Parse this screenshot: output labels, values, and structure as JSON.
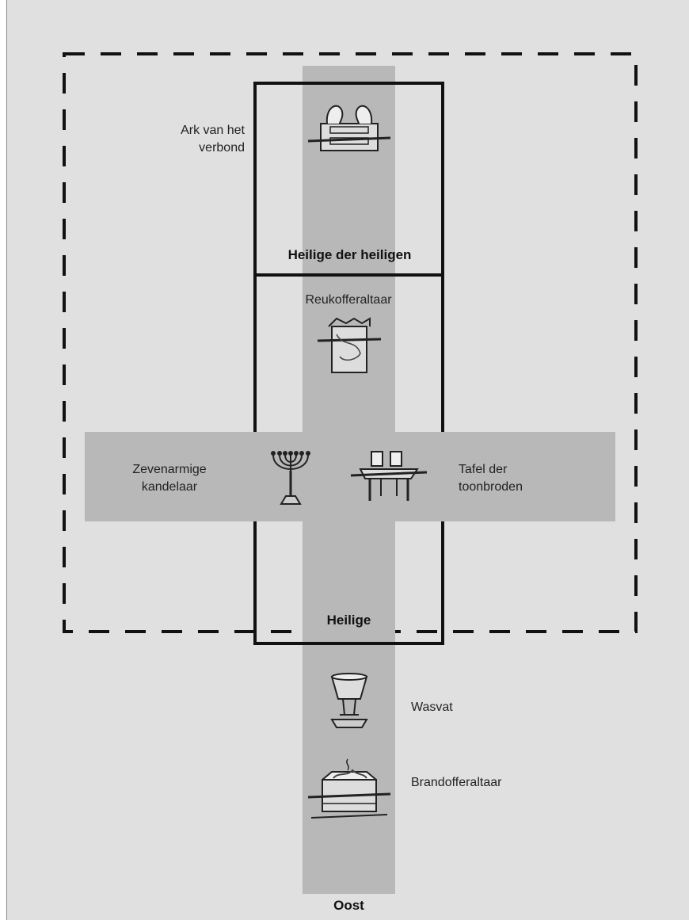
{
  "labels": {
    "ark": "Ark van het verbond",
    "holy_of_holies": "Heilige der heiligen",
    "incense_altar": "Reukofferaltaar",
    "menorah": "Zevenarmige kandelaar",
    "showbread_table": "Tafel der toonbroden",
    "holy_place": "Heilige",
    "laver": "Wasvat",
    "burnt_offering_altar": "Brandofferaltaar",
    "east": "Oost"
  },
  "colors": {
    "background": "#e0e0e0",
    "band": "#b8b8b8",
    "lines": "#111111"
  },
  "icons": [
    "ark-icon",
    "incense-altar-icon",
    "menorah-icon",
    "showbread-table-icon",
    "laver-icon",
    "burnt-offering-altar-icon"
  ]
}
